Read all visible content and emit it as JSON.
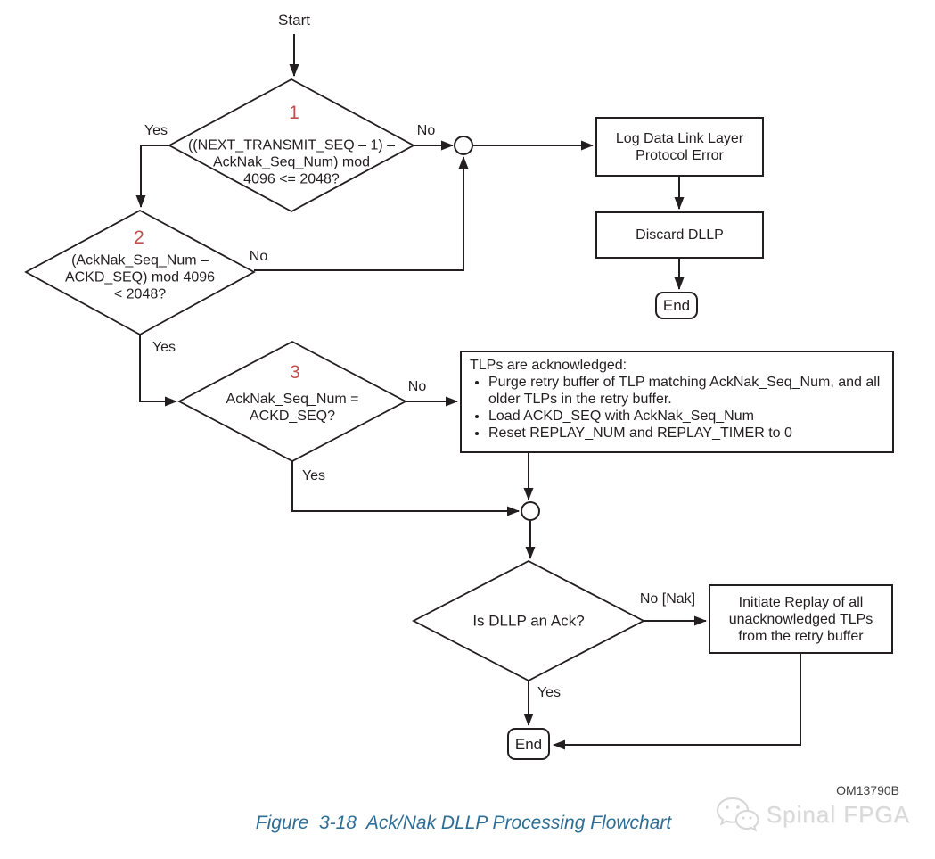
{
  "figure": {
    "caption": "Figure  3-18  Ack/Nak DLLP Processing Flowchart",
    "code": "OM13790B",
    "watermark": "Spinal FPGA"
  },
  "colors": {
    "line": "#231f20",
    "step_number": "#c0504d",
    "caption_blue": "#2e6e96",
    "watermark_gray": "#d9d9d9"
  },
  "labels": {
    "start": "Start"
  },
  "decisions": {
    "d1": {
      "number": "1",
      "lines": [
        "((NEXT_TRANSMIT_SEQ – 1) –",
        "AckNak_Seq_Num) mod",
        "4096 <= 2048?"
      ],
      "yes_label": "Yes",
      "no_label": "No"
    },
    "d2": {
      "number": "2",
      "lines": [
        "(AckNak_Seq_Num –",
        "ACKD_SEQ) mod 4096",
        "< 2048?"
      ],
      "yes_label": "Yes",
      "no_label": "No"
    },
    "d3": {
      "number": "3",
      "lines": [
        "AckNak_Seq_Num =",
        "ACKD_SEQ?"
      ],
      "yes_label": "Yes",
      "no_label": "No"
    },
    "d4": {
      "lines": [
        "Is DLLP an Ack?"
      ],
      "yes_label": "Yes",
      "no_label": "No [Nak]"
    }
  },
  "processes": {
    "log_error": {
      "lines": [
        "Log Data Link Layer",
        "Protocol Error"
      ]
    },
    "discard_dllp": {
      "lines": [
        "Discard DLLP"
      ]
    },
    "tlps_acknowledged": {
      "title": "TLPs are acknowledged:",
      "bullets": [
        "Purge retry buffer of TLP matching AckNak_Seq_Num, and all older TLPs in the retry buffer.",
        "Load ACKD_SEQ with AckNak_Seq_Num",
        "Reset REPLAY_NUM and REPLAY_TIMER to 0"
      ]
    },
    "initiate_replay": {
      "lines": [
        "Initiate Replay of all",
        "unacknowledged TLPs",
        "from the retry buffer"
      ]
    }
  },
  "terminals": {
    "end_right": "End",
    "end_bottom": "End"
  }
}
